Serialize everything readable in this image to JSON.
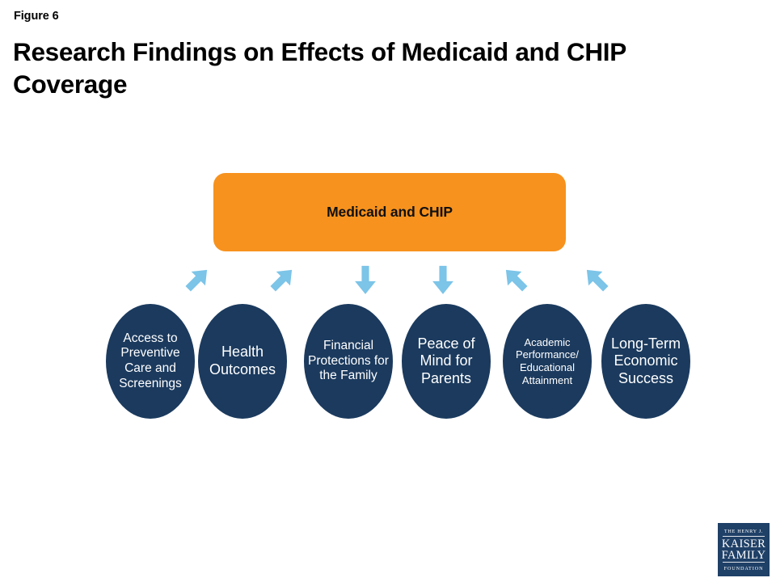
{
  "figure": {
    "label": "Figure 6",
    "title": "Research Findings on Effects of Medicaid and CHIP Coverage"
  },
  "colors": {
    "source_box": "#F7921E",
    "circle": "#1B3A5E",
    "arrow": "#7CC4E8",
    "logo_background": "#1F4067",
    "text_dark": "#000000",
    "text_light": "#FFFFFF"
  },
  "diagram": {
    "type": "flow",
    "source": {
      "label": "Medicaid and CHIP"
    },
    "arrows": [
      {
        "name": "arrow-down-left-1",
        "direction": "down-left"
      },
      {
        "name": "arrow-down-left-2",
        "direction": "down-left"
      },
      {
        "name": "arrow-down-1",
        "direction": "down"
      },
      {
        "name": "arrow-down-2",
        "direction": "down"
      },
      {
        "name": "arrow-down-right-1",
        "direction": "down-right"
      },
      {
        "name": "arrow-down-right-2",
        "direction": "down-right"
      }
    ],
    "outcomes": [
      {
        "label": "Access to Preventive Care and Screenings"
      },
      {
        "label": "Health Outcomes"
      },
      {
        "label": "Financial Protections for the Family"
      },
      {
        "label": "Peace of Mind for Parents"
      },
      {
        "label": "Academic Performance/ Educational Attainment"
      },
      {
        "label": "Long-Term Economic Success"
      }
    ]
  },
  "logo": {
    "top_line": "THE HENRY J.",
    "line_one": "KAISER",
    "line_two": "FAMILY",
    "bottom_line": "FOUNDATION"
  }
}
